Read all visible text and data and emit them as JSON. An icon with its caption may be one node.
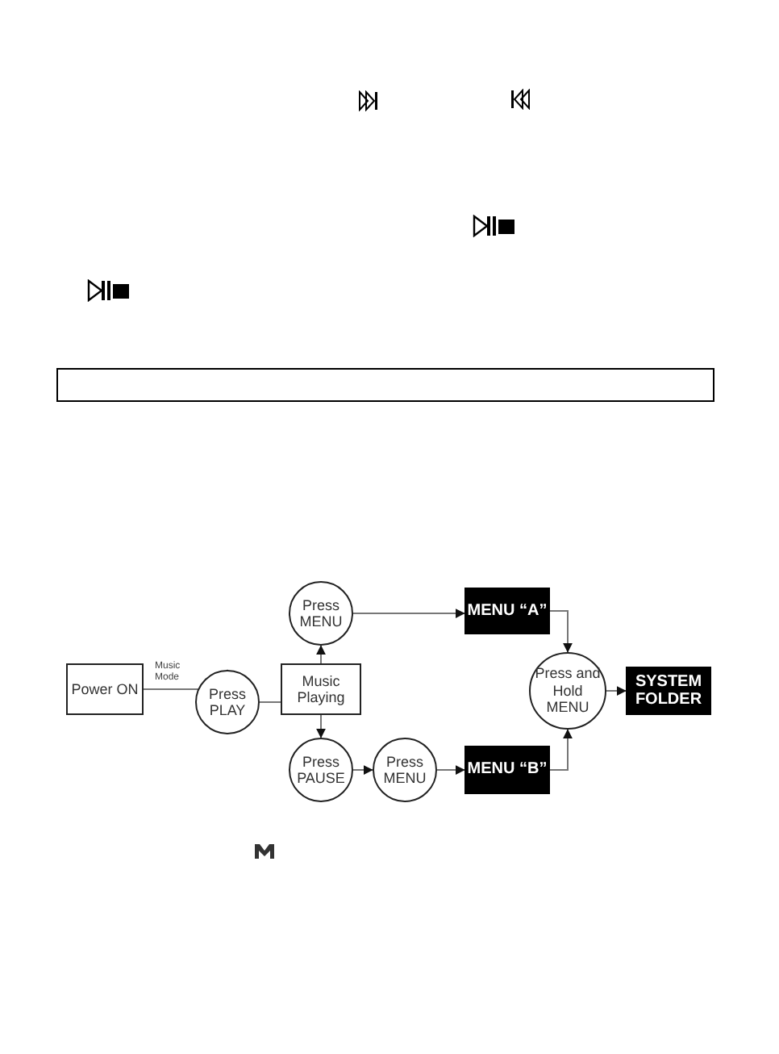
{
  "diagram": {
    "nodes": [
      {
        "text": [
          "Power ON"
        ]
      },
      {
        "text": [
          "Press PLAY"
        ]
      },
      {
        "text": [
          "Music Playing"
        ]
      },
      {
        "text": [
          "Press MENU"
        ]
      },
      {
        "text": [
          "Press PAUSE"
        ]
      },
      {
        "text": [
          "Press MENU"
        ]
      },
      {
        "text": [
          "MENU “A”"
        ]
      },
      {
        "text": [
          "MENU “B”"
        ]
      },
      {
        "text": [
          "Press and Hold MENU"
        ]
      },
      {
        "text": [
          "SYSTEM FOLDER"
        ]
      }
    ],
    "edges": [
      {
        "from": 0,
        "to": 1,
        "arrow": "to",
        "label": "Music Mode"
      },
      {
        "from": 1,
        "to": 2,
        "arrow": "to"
      },
      {
        "from": 2,
        "to": 3,
        "arrow": "to"
      },
      {
        "from": 2,
        "to": 4,
        "arrow": "to"
      },
      {
        "from": 3,
        "to": 6,
        "arrow": "to"
      },
      {
        "from": 4,
        "to": 5,
        "arrow": "to"
      },
      {
        "from": 5,
        "to": 7,
        "arrow": "to"
      },
      {
        "from": 6,
        "to": 8,
        "arrow": "to"
      },
      {
        "from": 7,
        "to": 8,
        "arrow": "to"
      },
      {
        "from": 8,
        "to": 9,
        "arrow": "to"
      }
    ]
  }
}
